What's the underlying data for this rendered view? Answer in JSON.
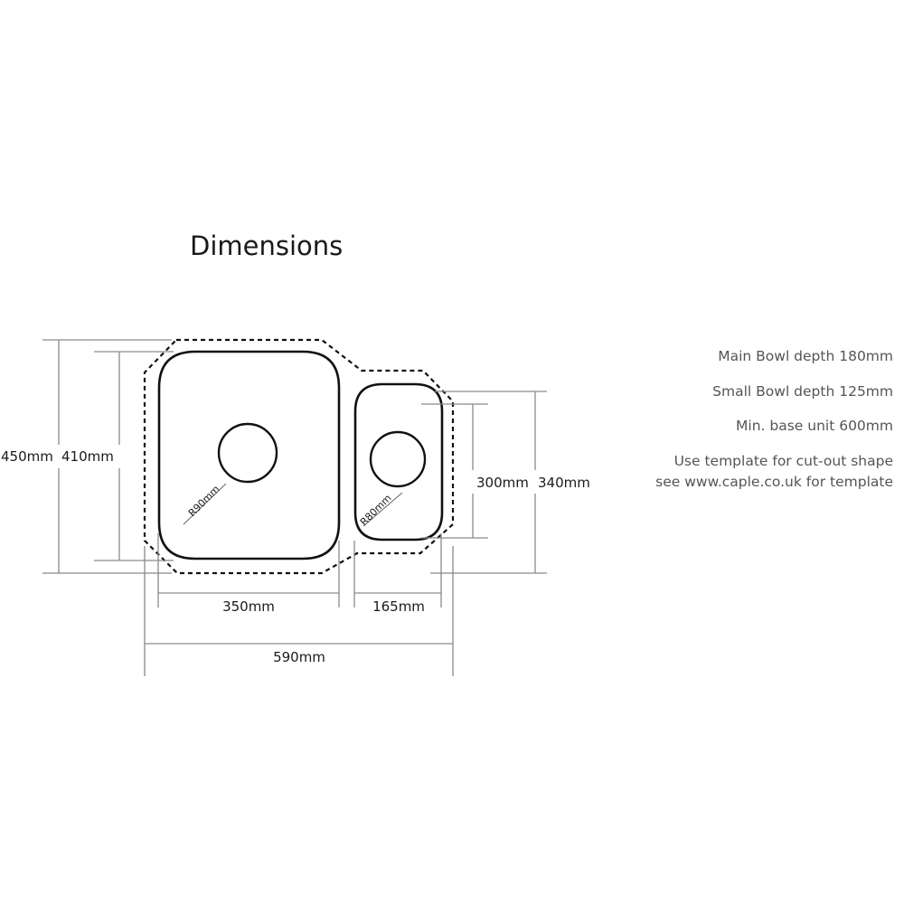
{
  "title": "Dimensions",
  "dimensions": {
    "overall_depth": "450mm",
    "main_bowl_depth": "410mm",
    "small_bowl_inner_depth": "300mm",
    "small_bowl_outer_depth": "340mm",
    "main_bowl_width": "350mm",
    "small_bowl_width": "165mm",
    "overall_width": "590mm",
    "main_bowl_radius": "R90mm",
    "small_bowl_radius": "R80mm"
  },
  "notes": {
    "main_bowl_depth": "Main Bowl depth 180mm",
    "small_bowl_depth": "Small Bowl depth 125mm",
    "min_base_unit": "Min. base unit 600mm",
    "template_line1": "Use template for cut-out shape",
    "template_line2": "see www.caple.co.uk for template"
  }
}
